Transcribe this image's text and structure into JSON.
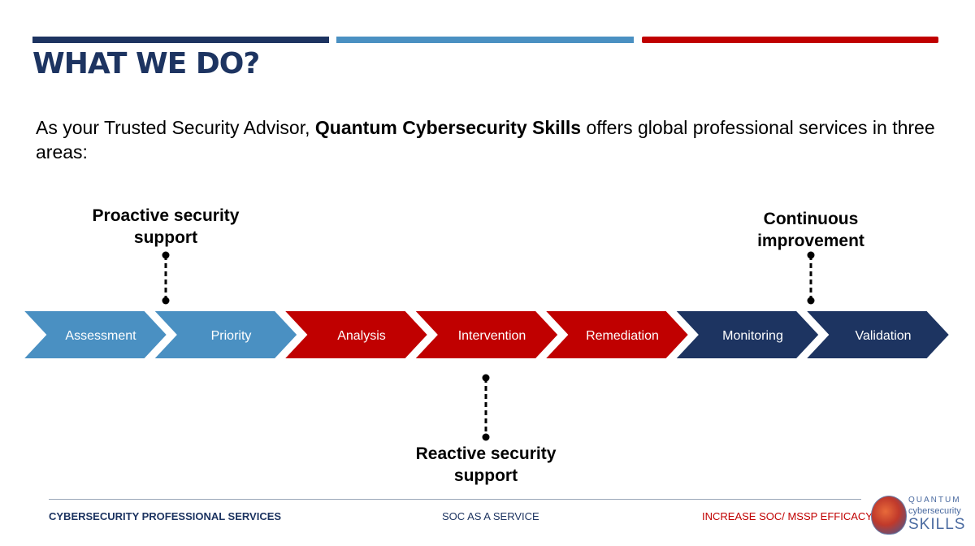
{
  "slide": {
    "title": "WHAT WE DO?",
    "intro_pre": "As your Trusted Security Advisor, ",
    "intro_brand": "Quantum Cybersecurity Skills",
    "intro_post": " offers global professional services in three areas:"
  },
  "colors": {
    "navy": "#1d3461",
    "light_blue": "#4a90c2",
    "red": "#c00000"
  },
  "steps": [
    {
      "label": "Assessment",
      "color": "light_blue"
    },
    {
      "label": "Priority",
      "color": "light_blue"
    },
    {
      "label": "Analysis",
      "color": "red"
    },
    {
      "label": "Intervention",
      "color": "red"
    },
    {
      "label": "Remediation",
      "color": "red"
    },
    {
      "label": "Monitoring",
      "color": "navy"
    },
    {
      "label": "Validation",
      "color": "navy"
    }
  ],
  "callouts": {
    "proactive": "Proactive security support",
    "continuous": "Continuous improvement",
    "reactive": "Reactive security support"
  },
  "footer": {
    "left": "CYBERSECURITY PROFESSIONAL SERVICES",
    "center": "SOC AS A SERVICE",
    "right": "INCREASE SOC/ MSSP EFFICACY"
  },
  "logo": {
    "line1": "QUANTUM",
    "line2": "cybersecurity",
    "line3": "SKILLS"
  }
}
